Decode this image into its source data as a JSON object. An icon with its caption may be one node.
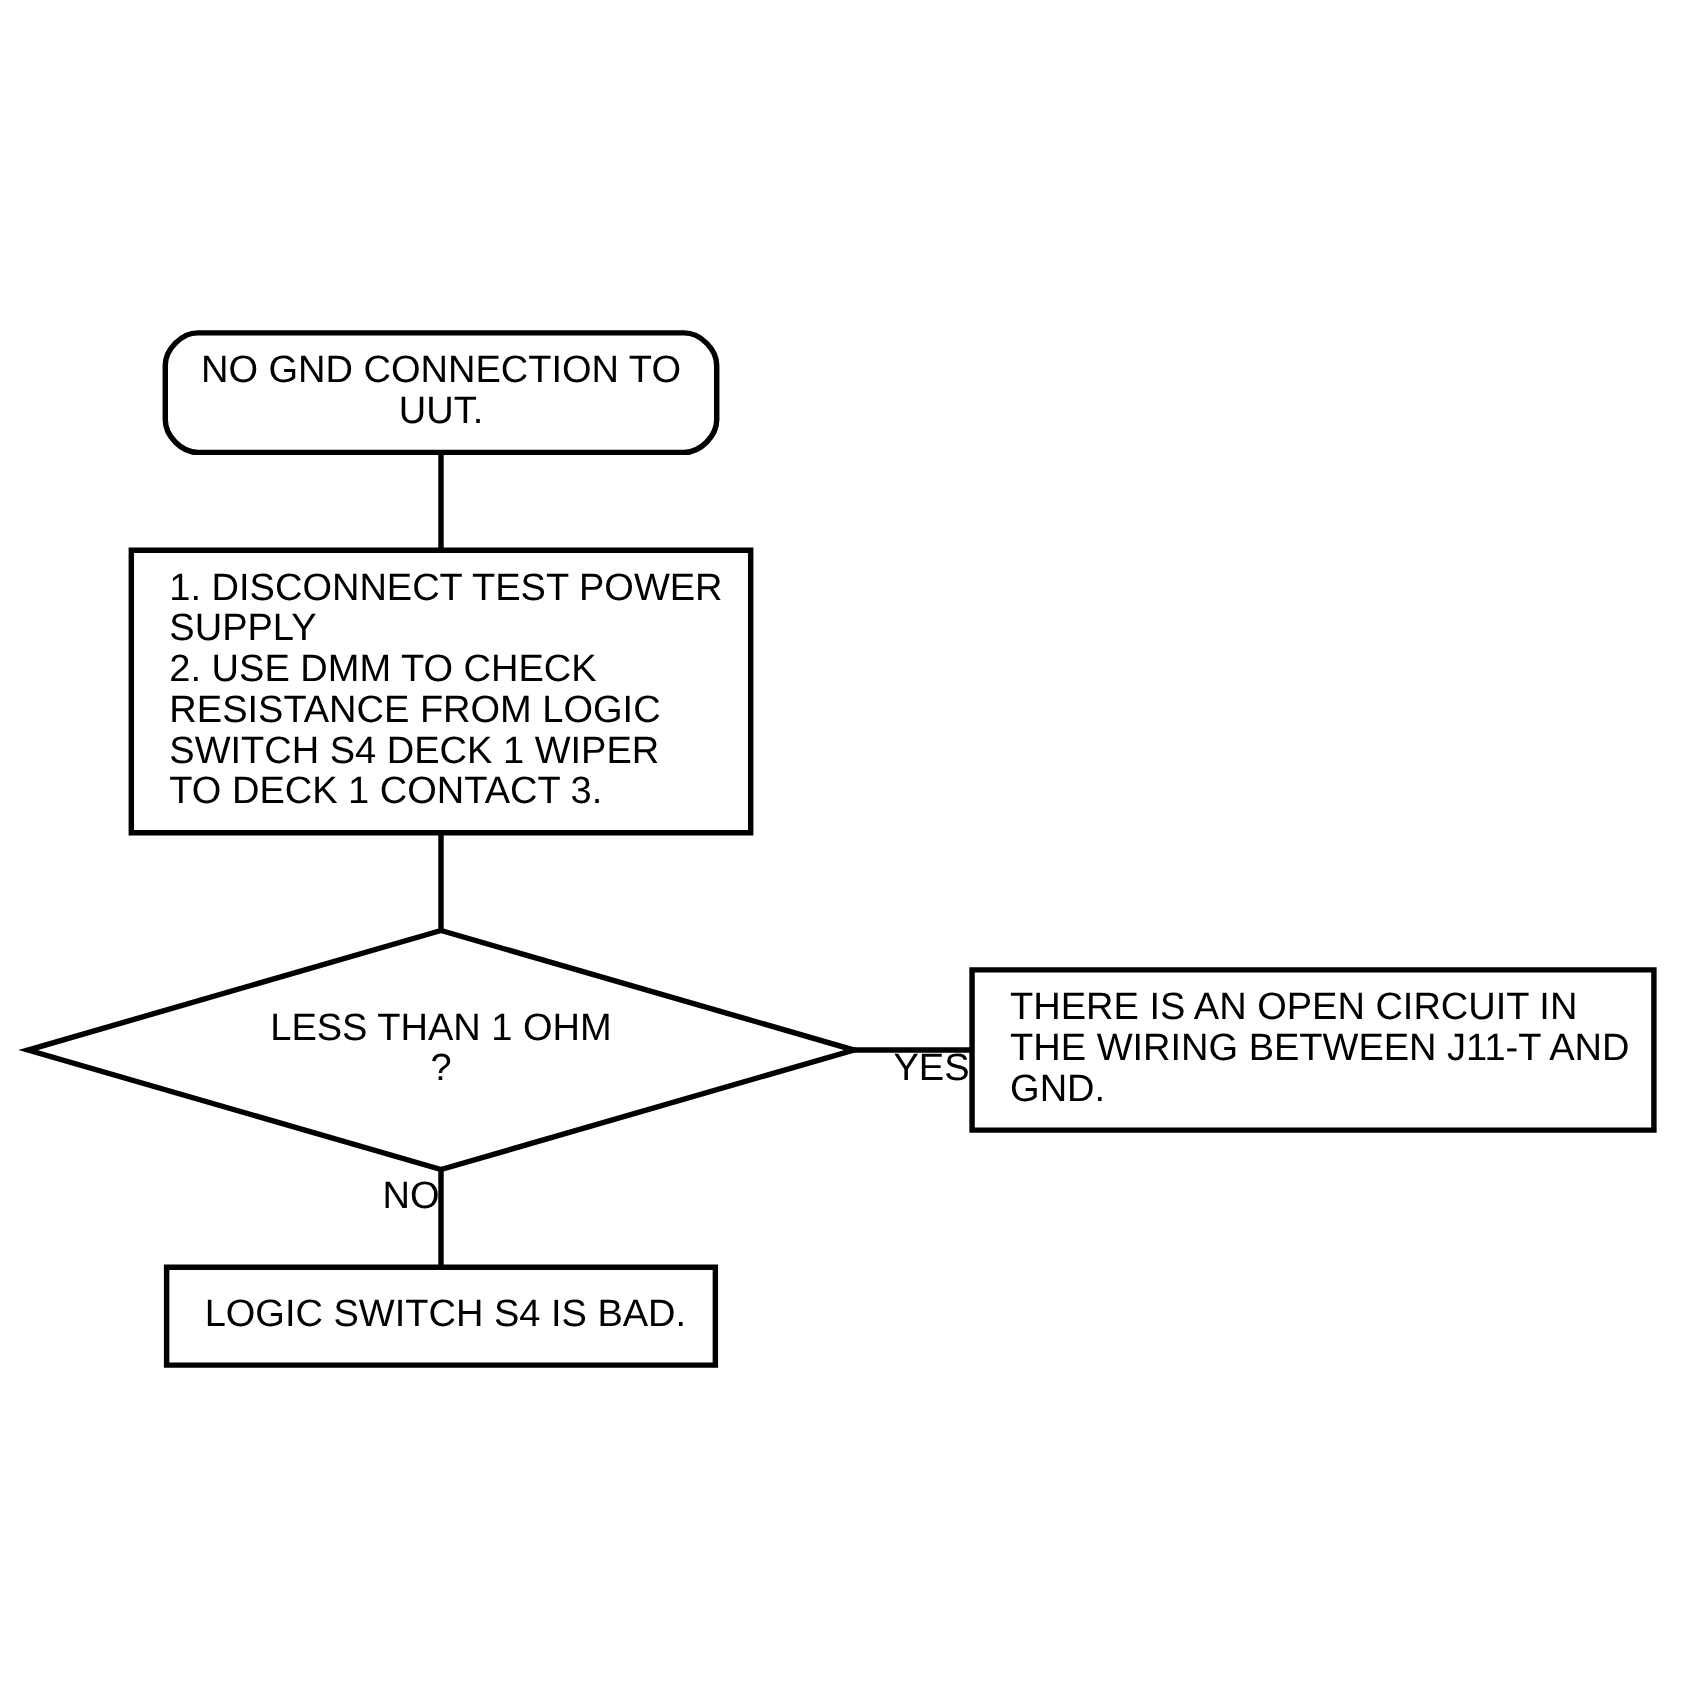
{
  "diagram": {
    "nodes": [
      {
        "text": [
          "NO GND CONNECTION TO UUT."
        ]
      },
      {
        "text": [
          "1. DISCONNECT TEST POWER SUPPLY",
          "2. USE DMM TO CHECK RESISTANCE FROM LOGIC SWITCH S4 DECK 1 WIPER TO DECK 1 CONTACT 3."
        ]
      },
      {
        "text": [
          "LESS THAN 1 OHM",
          "?"
        ]
      },
      {
        "text": [
          "THERE IS AN OPEN CIRCUIT IN THE WIRING BETWEEN J11-T AND GND."
        ]
      },
      {
        "text": [
          "LOGIC SWITCH S4 IS BAD."
        ]
      }
    ],
    "edges": [
      {
        "from": 0,
        "to": 1,
        "arrow": "none"
      },
      {
        "from": 1,
        "to": 2,
        "arrow": "none"
      },
      {
        "from": 2,
        "to": 3,
        "arrow": "none",
        "label": "YES"
      },
      {
        "from": 2,
        "to": 4,
        "arrow": "none",
        "label": "NO"
      }
    ]
  }
}
